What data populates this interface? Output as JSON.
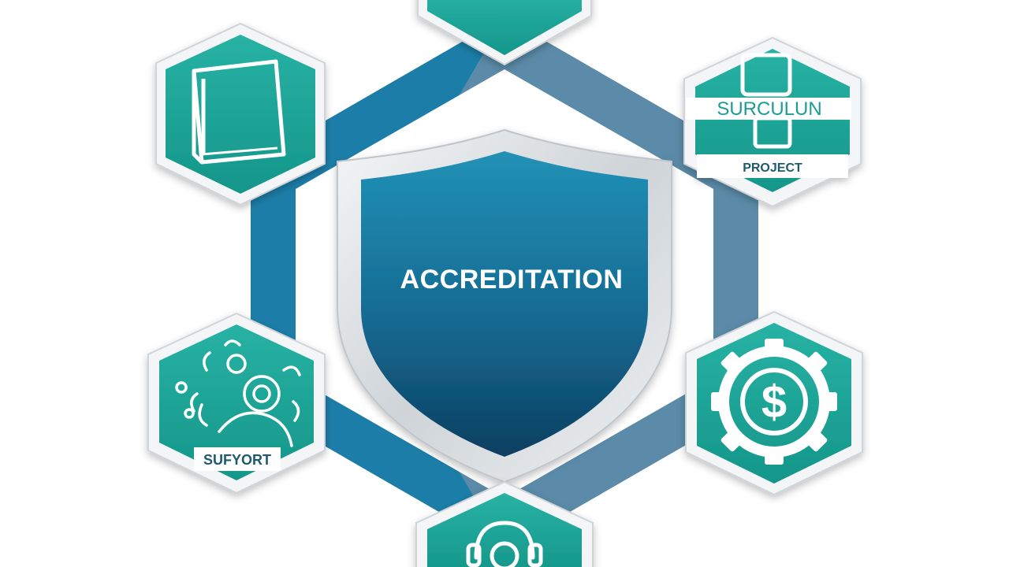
{
  "center": {
    "label": "ACCREDITATION"
  },
  "badges": [
    {
      "id": "top",
      "icon": "shield-badge-icon",
      "label": ""
    },
    {
      "id": "book",
      "icon": "book-icon",
      "label": ""
    },
    {
      "id": "curriculum",
      "icon": "curriculum-project-icon",
      "label": "SURCULUN",
      "sublabel": "PROJECT"
    },
    {
      "id": "support",
      "icon": "community-support-icon",
      "label": "SUFYORT"
    },
    {
      "id": "funding",
      "icon": "gear-dollar-icon",
      "label": ""
    },
    {
      "id": "helpdesk",
      "icon": "headset-icon",
      "label": ""
    }
  ],
  "colors": {
    "teal": "#1fa79a",
    "teal_dark": "#148c82",
    "blue": "#1b7fa6",
    "steel": "#5b8aa6",
    "shield_top": "#1f87ad",
    "shield_bottom": "#0e4466",
    "silver": "#d9dde0",
    "white": "#ffffff"
  }
}
